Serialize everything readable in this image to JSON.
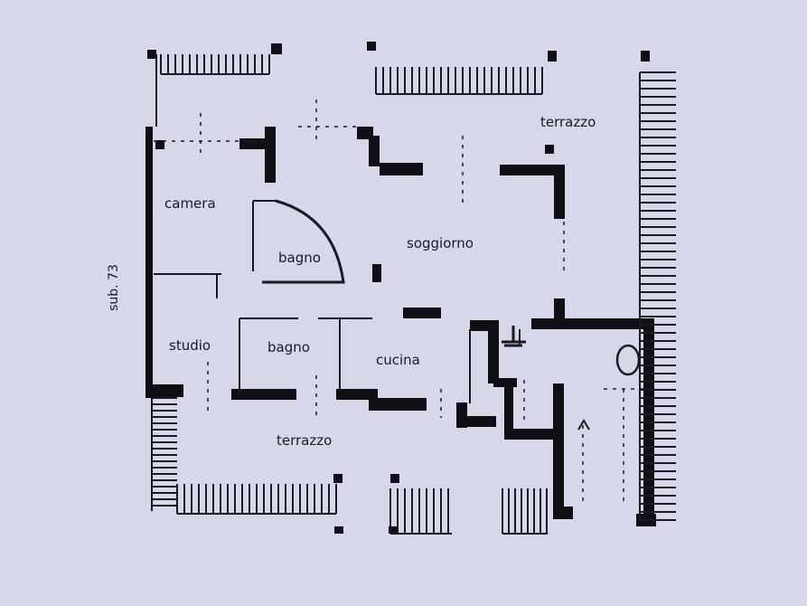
{
  "plan": {
    "sub_label": "sub. 73",
    "rooms": {
      "terrazzo_top": "terrazzo",
      "camera": "camera",
      "bagno_upper": "bagno",
      "soggiorno": "soggiorno",
      "studio": "studio",
      "bagno_lower": "bagno",
      "cucina": "cucina",
      "terrazzo_bottom": "terrazzo"
    },
    "colors": {
      "background": "#d6d7e8",
      "wall": "#101014",
      "line": "#1a1a22"
    }
  }
}
